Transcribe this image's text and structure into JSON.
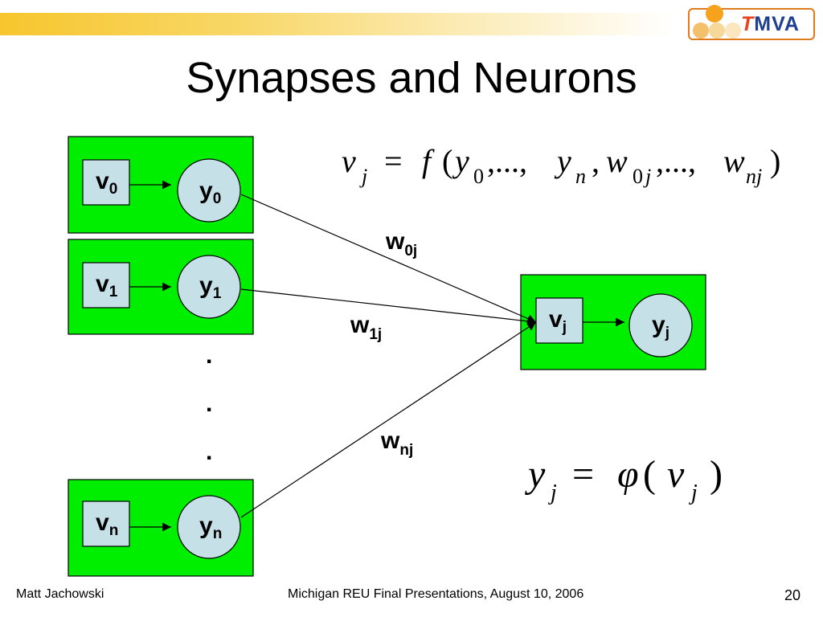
{
  "slide": {
    "title": "Synapses and Neurons",
    "logo_text": "MVA",
    "logo_t": "T",
    "footer_author": "Matt Jachowski",
    "footer_event": "Michigan REU Final Presentations, August 10, 2006",
    "page_number": "20"
  },
  "neurons": {
    "n0": {
      "v": "v",
      "v_sub": "0",
      "y": "y",
      "y_sub": "0"
    },
    "n1": {
      "v": "v",
      "v_sub": "1",
      "y": "y",
      "y_sub": "1"
    },
    "nn": {
      "v": "v",
      "v_sub": "n",
      "y": "y",
      "y_sub": "n"
    },
    "nj": {
      "v": "v",
      "v_sub": "j",
      "y": "y",
      "y_sub": "j"
    }
  },
  "weights": {
    "w0": {
      "w": "w",
      "sub": "0j"
    },
    "w1": {
      "w": "w",
      "sub": "1j"
    },
    "wn": {
      "w": "w",
      "sub": "nj"
    }
  },
  "ellipsis": ".",
  "equations": {
    "eq1": {
      "v": "v",
      "j": "j",
      "eq": "=",
      "f": "f",
      "open": "(",
      "y": "y",
      "zero": "0",
      "dots1": ",...,",
      "y2": "y",
      "n": "n",
      "comma": ",",
      "w": "w",
      "zero_j": "0",
      "j2": "j",
      "dots2": ",...,",
      "w2": "w",
      "nj": "nj",
      "close": ")"
    },
    "eq2": {
      "y": "y",
      "j": "j",
      "eq": "=",
      "phi": "φ",
      "open": "(",
      "v": "v",
      "j2": "j",
      "close": ")"
    }
  },
  "colors": {
    "panel_green": "#00ee00",
    "node_fill": "#c5e0e7",
    "logo_border": "#e07a1f",
    "logo_text": "#1f3f8f",
    "logo_accent": "#e8411e"
  }
}
